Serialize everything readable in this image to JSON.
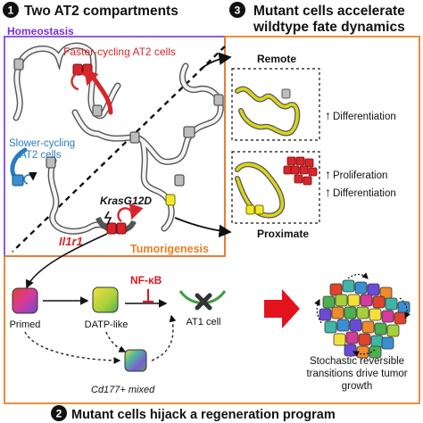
{
  "panel1": {
    "number": "1",
    "title": "Two AT2 compartments",
    "homeostasis_label": "Homeostasis",
    "faster_label": "Faster-cycling AT2 cells",
    "slower_label_line1": "Slower-cycling",
    "slower_label_line2": "AT2 cells",
    "kras_label": "KrasG12D",
    "il1r1_label": "Il1r1",
    "tumorigenesis_label": "Tumorigenesis"
  },
  "panel3": {
    "number": "3",
    "title_line1": "Mutant cells accelerate",
    "title_line2": "wildtype fate dynamics",
    "remote_label": "Remote",
    "proximate_label": "Proximate",
    "differentiation_label": "Differentiation",
    "proliferation_label": "Proliferation",
    "differentiation_label_2": "Differentiation"
  },
  "panel2": {
    "number": "2",
    "title": "Mutant cells hijack a regeneration program",
    "primed_label": "Primed",
    "datp_label": "DATP-like",
    "nfkb_label": "NF-κB",
    "at1_label": "AT1 cell",
    "cd177_label": "Cd177+ mixed",
    "stochastic_line1": "Stochastic reversible",
    "stochastic_line2": "transitions drive tumor",
    "stochastic_line3": "growth"
  },
  "colors": {
    "homeostasis_border": "#7b2fe0",
    "tumorigenesis_border": "#ef7d22",
    "faster_red": "#d7262b",
    "slower_blue": "#2a7cc0",
    "wildtype_yellow": "#d9d51c",
    "gray_cell": "#bdbdbd",
    "arrow_red": "#e3121b"
  }
}
